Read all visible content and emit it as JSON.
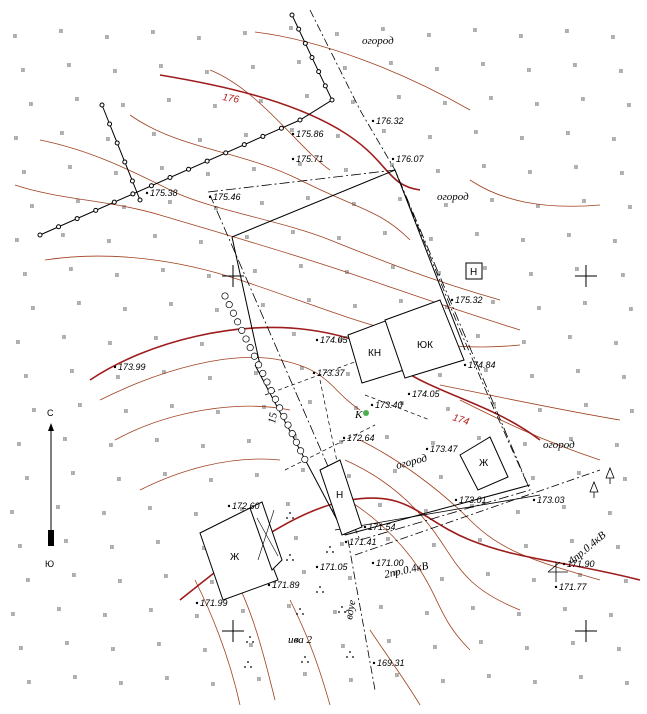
{
  "elevations": [
    "175.86",
    "176.32",
    "175.71",
    "176.07",
    "175.38",
    "175.46",
    "175.32",
    "173.99",
    "174.05",
    "173.37",
    "174.84",
    "174.05",
    "173.40",
    "172.64",
    "173.47",
    "173.01",
    "173.03",
    "172.60",
    "171.54",
    "171.41",
    "171.05",
    "171.00",
    "171.89",
    "171.99",
    "171.90",
    "171.77",
    "169.31"
  ],
  "contour_labels": [
    "176",
    "174"
  ],
  "area_labels": [
    "огород",
    "огород",
    "огород",
    "огород"
  ],
  "building_labels": {
    "kn": "КН",
    "yuk": "ЮК",
    "zh_right": "Ж",
    "zh_left": "Ж",
    "n_small": "Н",
    "n_box": "Н"
  },
  "well_label": "К",
  "line_labels": {
    "power1": "2пр.0.4кВ",
    "power2": "4пр.0.4кВ",
    "road": "вдуе",
    "iva": "ива 2",
    "pole_mark": "15"
  },
  "compass": {
    "north": "С",
    "south": "Ю"
  },
  "colors": {
    "contour": "#a0401e",
    "contour_index": "#9e1c1c",
    "lines": "#000000"
  }
}
